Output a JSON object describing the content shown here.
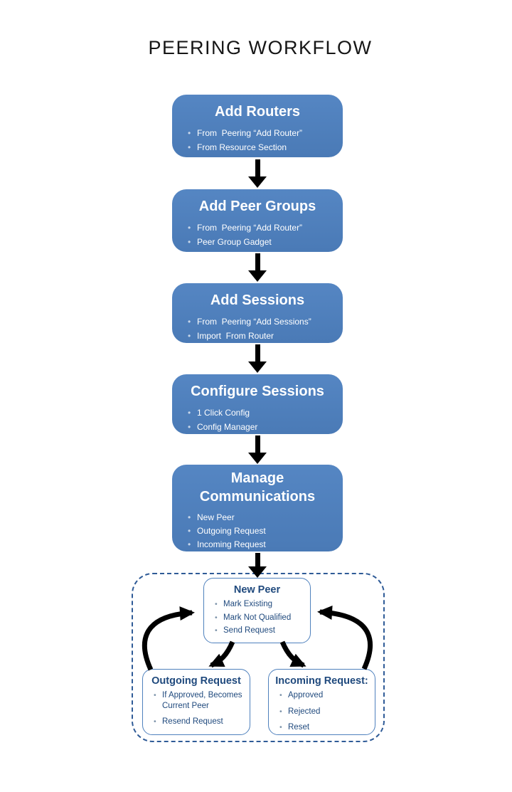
{
  "title": "PEERING WORKFLOW",
  "colors": {
    "flow_box_fill": "#4f81bd",
    "flow_box_text": "#ffffff",
    "flow_bullet_marker": "#c8d7ea",
    "detail_box_border": "#4f81bd",
    "detail_text": "#1f497d",
    "detail_bullet_marker": "#7d93aa",
    "loop_dashed_border": "#2f5b97",
    "arrow": "#000000",
    "page_background": "#ffffff",
    "title_text": "#161616"
  },
  "flow_boxes": [
    {
      "heading": "Add Routers",
      "bullets": [
        "From  Peering “Add Router”",
        "From Resource Section"
      ]
    },
    {
      "heading": "Add Peer Groups",
      "bullets": [
        "From  Peering “Add Router”",
        "Peer Group Gadget"
      ]
    },
    {
      "heading": "Add Sessions",
      "bullets": [
        "From  Peering “Add Sessions”",
        "Import  From Router"
      ]
    },
    {
      "heading": "Configure Sessions",
      "bullets": [
        "1 Click Config",
        "Config Manager"
      ]
    },
    {
      "heading": "Manage Communications",
      "bullets": [
        "New Peer",
        "Outgoing Request",
        "Incoming Request"
      ]
    }
  ],
  "loop_section": {
    "new_peer": {
      "heading": "New Peer",
      "bullets": [
        "Mark Existing",
        "Mark Not Qualified",
        "Send Request"
      ]
    },
    "outgoing_request": {
      "heading": "Outgoing Request",
      "bullets": [
        "If Approved, Becomes Current Peer",
        "Resend Request"
      ]
    },
    "incoming_request": {
      "heading": "Incoming Request:",
      "bullets": [
        "Approved",
        "Rejected",
        "Reset"
      ]
    }
  }
}
